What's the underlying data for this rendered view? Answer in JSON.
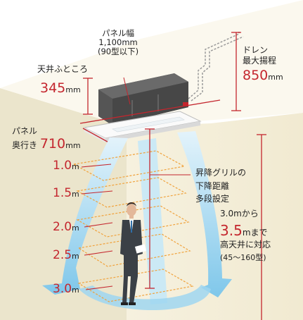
{
  "panel_width": {
    "title": "パネル幅",
    "value": "1,100mm",
    "note": "(90型以下)"
  },
  "drain": {
    "line1": "ドレン",
    "line2": "最大揚程",
    "value": "850",
    "unit": "mm"
  },
  "ceiling": {
    "label": "天井ふところ",
    "value": "345",
    "unit": "mm"
  },
  "panel_depth": {
    "line1": "パネル",
    "line2": "奥行き",
    "value": "710",
    "unit": "mm"
  },
  "drops": [
    {
      "value": "1.0",
      "unit": "m"
    },
    {
      "value": "1.5",
      "unit": "m"
    },
    {
      "value": "2.0",
      "unit": "m"
    },
    {
      "value": "2.5",
      "unit": "m"
    },
    {
      "value": "3.0",
      "unit": "m"
    }
  ],
  "grill": {
    "line1": "昇降グリルの",
    "line2": "下降距離",
    "line3": "多段設定"
  },
  "height": {
    "from_value": "3.0",
    "from_text": "mから",
    "to_value": "3.5",
    "to_text": "mまで",
    "support": "高天井に対応",
    "models": "(45〜160型)"
  },
  "colors": {
    "accent": "#c4262e",
    "room_left": "#ece7cf",
    "room_right": "#f7f3e3",
    "airflow": "#a9d9f2"
  }
}
